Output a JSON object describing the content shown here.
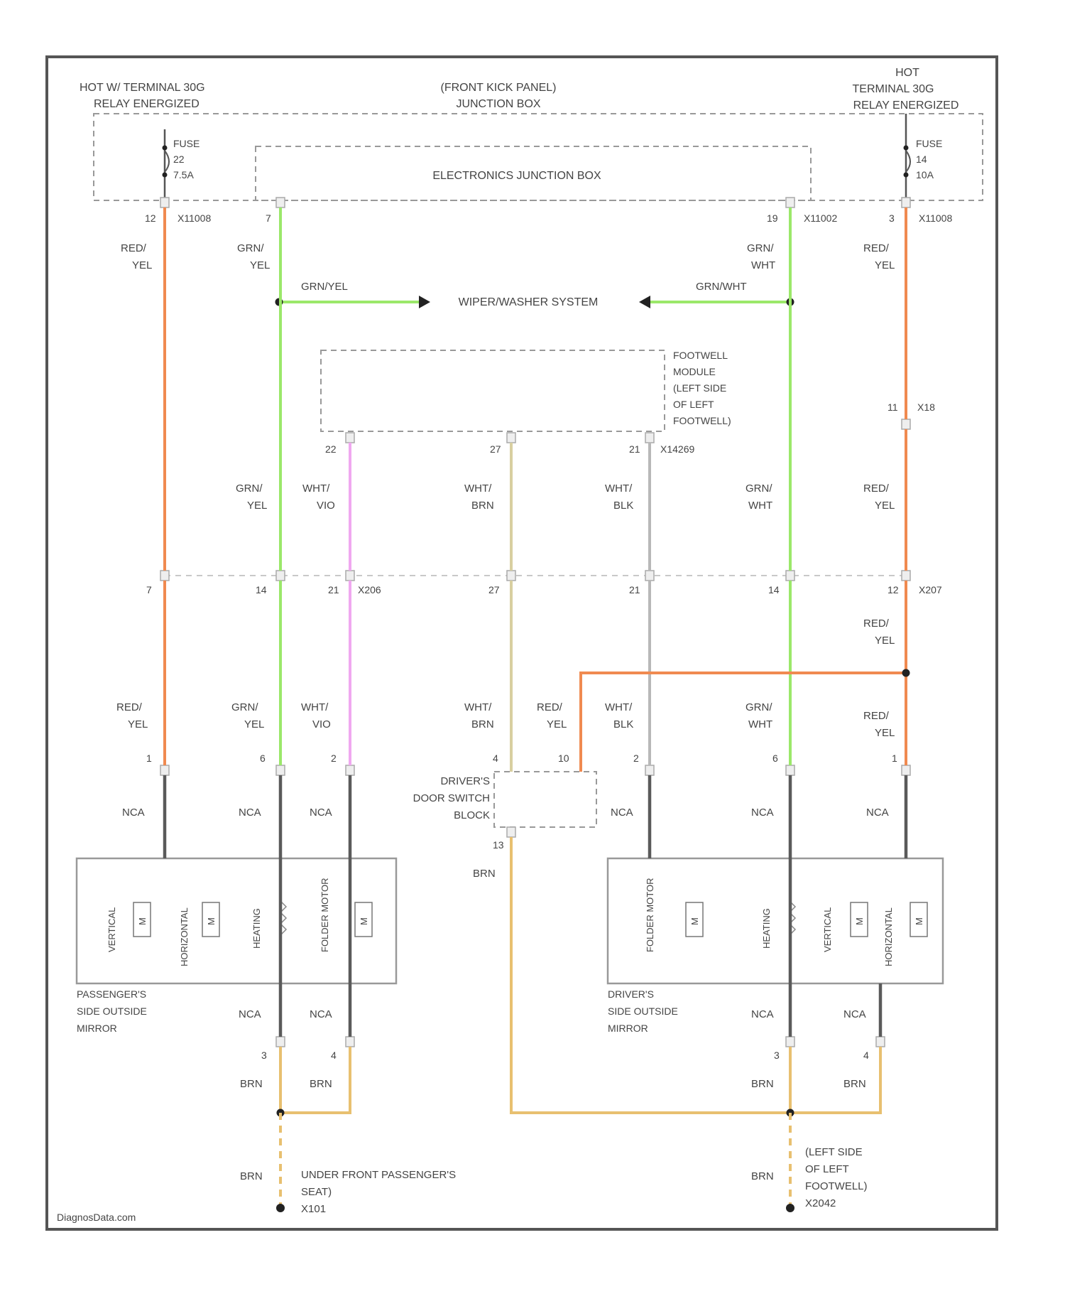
{
  "labels": {
    "hot_left": "HOT W/ TERMINAL 30G",
    "hot_left_2": "RELAY ENERGIZED",
    "hot_right": "HOT",
    "hot_right_2": "TERMINAL 30G",
    "hot_right_3": "RELAY ENERGIZED",
    "front_kick": "(FRONT KICK PANEL)",
    "front_kick_2": "JUNCTION BOX",
    "ejb": "ELECTRONICS JUNCTION BOX",
    "fuse_left": "FUSE",
    "fuse_left_num": "22",
    "fuse_left_amp": "7.5A",
    "fuse_right": "FUSE",
    "fuse_right_num": "14",
    "fuse_right_amp": "10A",
    "wiper": "WIPER/WASHER SYSTEM",
    "footwell_1": "FOOTWELL",
    "footwell_2": "MODULE",
    "footwell_3": "(LEFT SIDE",
    "footwell_4": "OF LEFT",
    "footwell_5": "FOOTWELL)",
    "door_switch_1": "DRIVER'S",
    "door_switch_2": "DOOR SWITCH",
    "door_switch_3": "BLOCK",
    "pass_mirror_1": "PASSENGER'S",
    "pass_mirror_2": "SIDE OUTSIDE",
    "pass_mirror_3": "MIRROR",
    "drv_mirror_1": "DRIVER'S",
    "drv_mirror_2": "SIDE OUTSIDE",
    "drv_mirror_3": "MIRROR",
    "gnd_pass_1": "UNDER FRONT PASSENGER'S",
    "gnd_pass_2": "SEAT)",
    "gnd_pass_3": "X101",
    "gnd_drv_1": "(LEFT SIDE",
    "gnd_drv_2": "OF LEFT",
    "gnd_drv_3": "FOOTWELL)",
    "gnd_drv_4": "X2042",
    "watermark": "DiagnosData.com",
    "motor_vertical": "VERTICAL",
    "motor_horizontal": "HORIZONTAL",
    "motor_heating": "HEATING",
    "motor_folder": "FOLDER MOTOR",
    "m": "M"
  },
  "wires": {
    "red": "RED/",
    "yel": "YEL",
    "grn": "GRN/",
    "wht_slash": "WHT/",
    "vio": "VIO",
    "brn": "BRN",
    "blk": "BLK",
    "wht": "WHT",
    "nca": "NCA",
    "grn_yel": "GRN/YEL",
    "grn_wht": "GRN/WHT"
  },
  "connectors": {
    "x11008": "X11008",
    "x11002": "X11002",
    "x14269": "X14269",
    "x18": "X18",
    "x206": "X206",
    "x207": "X207"
  },
  "pins": {
    "p12": "12",
    "p7": "7",
    "p19": "19",
    "p3": "3",
    "p11": "11",
    "p22": "22",
    "p27": "27",
    "p21": "21",
    "p14": "14",
    "p1": "1",
    "p6": "6",
    "p2": "2",
    "p4": "4",
    "p10": "10",
    "p13": "13"
  },
  "colors": {
    "red_yel": "#f08a50",
    "grn_yel": "#9be86a",
    "wht_vio": "#f0a8f0",
    "wht_brn": "#d8cfa0",
    "wht_blk": "#b8b8b8",
    "brn": "#e8c070",
    "nca": "#5a5a5a"
  }
}
